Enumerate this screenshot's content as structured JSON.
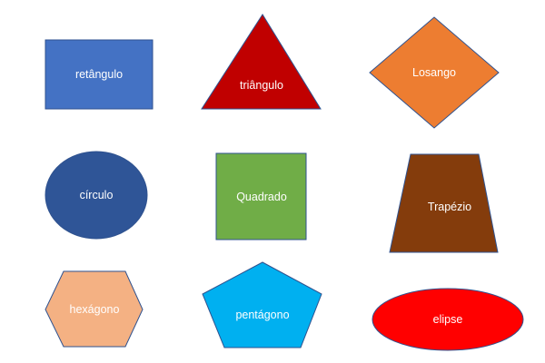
{
  "shapes": {
    "rectangle": {
      "label": "retângulo",
      "fill": "#4472C4",
      "stroke": "#2F528F"
    },
    "triangle": {
      "label": "triângulo",
      "fill": "#C00000",
      "stroke": "#2F528F"
    },
    "diamond": {
      "label": "Losango",
      "fill": "#ED7D31",
      "stroke": "#2F528F"
    },
    "circle": {
      "label": "círculo",
      "fill": "#2F5597",
      "stroke": "#2F528F"
    },
    "square": {
      "label": "Quadrado",
      "fill": "#70AD47",
      "stroke": "#2F528F"
    },
    "trapezoid": {
      "label": "Trapézio",
      "fill": "#843C0C",
      "stroke": "#2F528F"
    },
    "hexagon": {
      "label": "hexágono",
      "fill": "#F4B183",
      "stroke": "#2F528F"
    },
    "pentagon": {
      "label": "pentágono",
      "fill": "#00B0F0",
      "stroke": "#2F528F"
    },
    "ellipse": {
      "label": "elipse",
      "fill": "#FF0000",
      "stroke": "#2F528F"
    }
  }
}
